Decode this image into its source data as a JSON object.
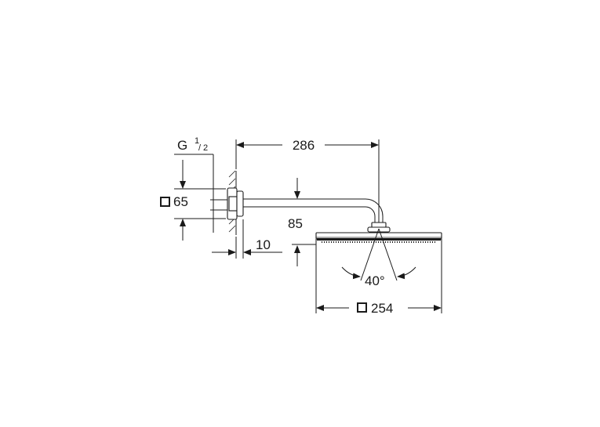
{
  "thread": {
    "prefix": "G",
    "num": "1",
    "den": "2"
  },
  "dims": {
    "arm_length": "286",
    "flange_size": "65",
    "wall_gap": "10",
    "drop": "85",
    "tilt_angle": "40°",
    "head_size": "254"
  }
}
